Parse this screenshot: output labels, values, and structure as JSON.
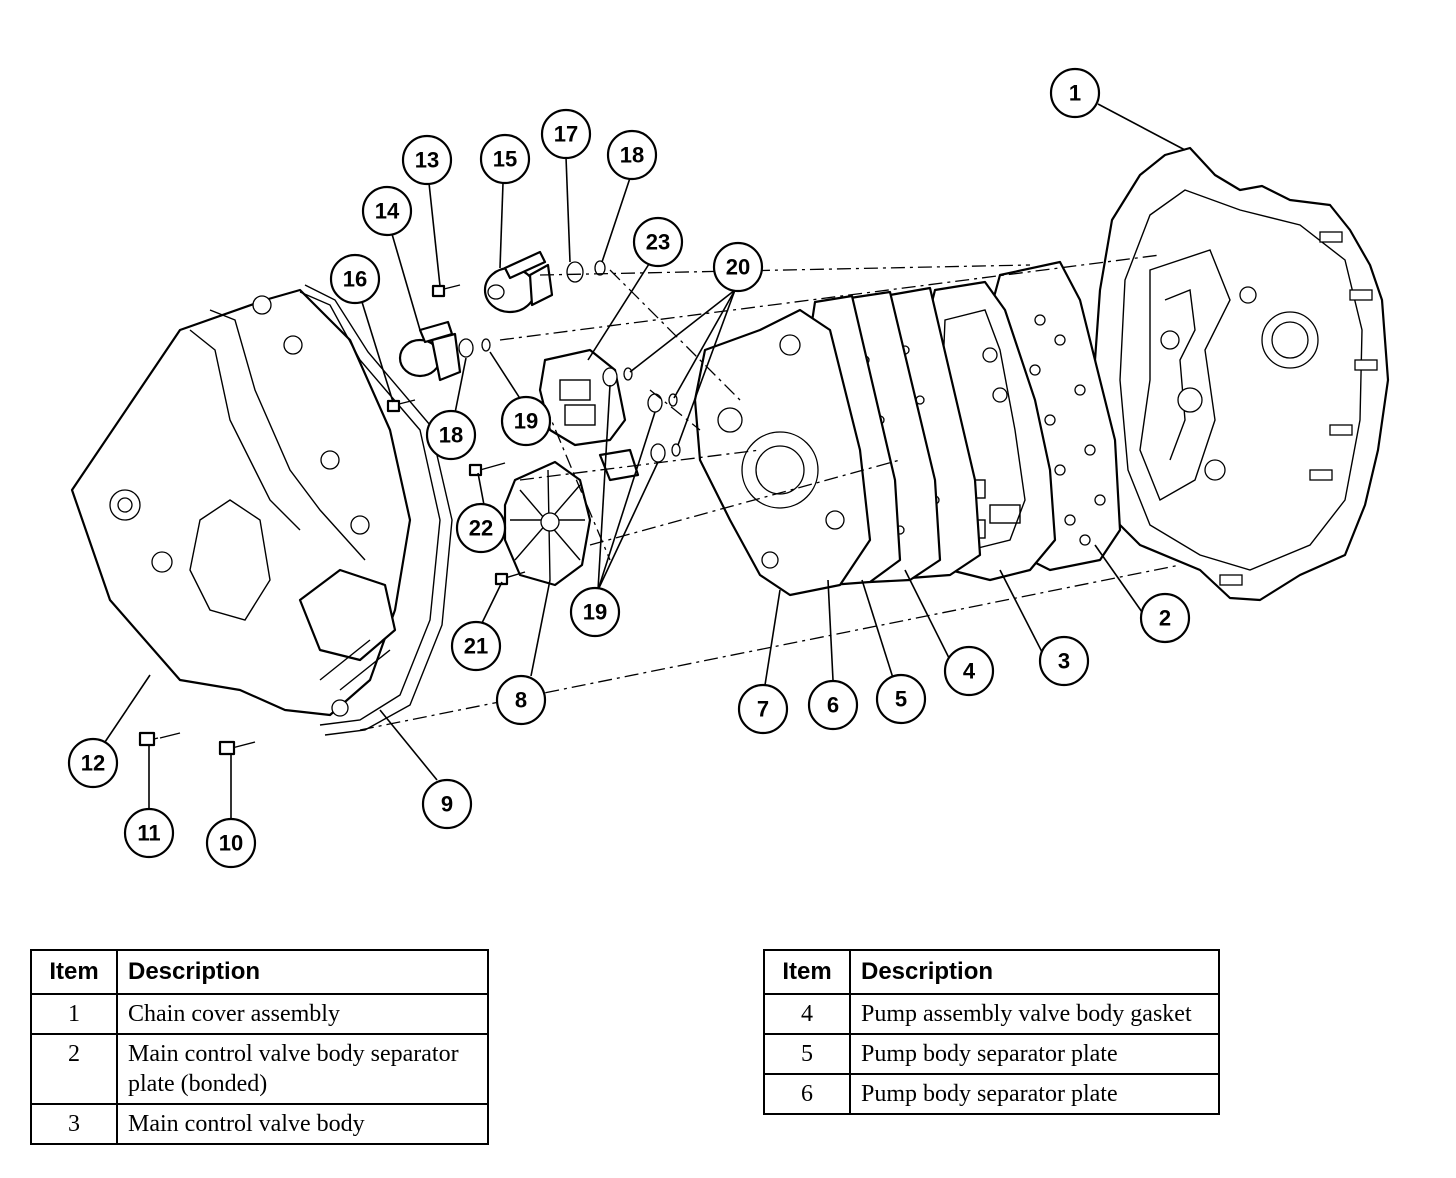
{
  "callouts": [
    "1",
    "2",
    "3",
    "4",
    "5",
    "6",
    "7",
    "8",
    "9",
    "10",
    "11",
    "12",
    "13",
    "14",
    "15",
    "16",
    "17",
    "18",
    "18",
    "19",
    "19",
    "20",
    "21",
    "22",
    "23"
  ],
  "legend_left": {
    "header_item": "Item",
    "header_desc": "Description",
    "rows": [
      {
        "item": "1",
        "desc": "Chain cover assembly"
      },
      {
        "item": "2",
        "desc": "Main control valve body separator plate (bonded)"
      },
      {
        "item": "3",
        "desc": "Main control valve body"
      }
    ]
  },
  "legend_right": {
    "header_item": "Item",
    "header_desc": "Description",
    "rows": [
      {
        "item": "4",
        "desc": "Pump assembly valve body gasket"
      },
      {
        "item": "5",
        "desc": "Pump body separator plate"
      },
      {
        "item": "6",
        "desc": "Pump body separator plate"
      }
    ]
  }
}
